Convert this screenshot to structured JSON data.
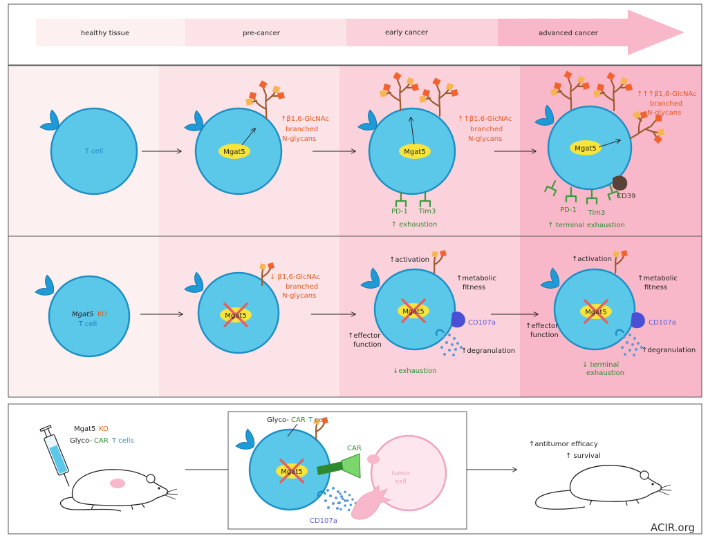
{
  "stages": [
    "healthy tissue",
    "pre-cancer",
    "early cancer",
    "advanced cancer"
  ],
  "colors": {
    "cell_fill": "#5bc8ea",
    "cell_stroke": "#1e8fc4",
    "mgat5_fill": "#f8e43a",
    "glycan_orange": "#f2622e",
    "glycan_peach": "#f7b452",
    "stem_brown": "#9c5a30",
    "receptor_green": "#3c9a3e",
    "cd39_brown": "#5a4236",
    "cd107a_blue": "#4a4fd6",
    "dot_blue": "#5a9ad8",
    "cross_red": "#e4605a",
    "text_orange": "#e45a24",
    "text_green": "#2f8a2f",
    "text_blue": "#3a8fd0",
    "text_purple": "#5a5fd6",
    "tumor_pink": "#f7b8cc"
  },
  "row1": {
    "cell_label": "T cell",
    "enzyme": "Mgat5",
    "glycan_up1": "↑β1,6-GlcNAc",
    "glycan_up2": "↑↑β1,6-GlcNAc",
    "glycan_up3": "↑↑↑β1,6-GlcNAc",
    "glycan_line2": "branched",
    "glycan_line3": "N-glycans",
    "pd1": "PD-1",
    "tim3": "Tim3",
    "cd39": "CD39",
    "exhaustion": "↑ exhaustion",
    "terminal_exhaustion": "↑ terminal exhaustion"
  },
  "row2": {
    "ko_name": "Mgat5",
    "ko_suffix": "KO",
    "ko_cell": "T cell",
    "enzyme": "Mgat5",
    "glycan_down": "↓ β1,6-GlcNAc",
    "glycan_line2": "branched",
    "glycan_line3": "N-glycans",
    "activation": "↑activation",
    "metabolic_line1": "↑metabolic",
    "metabolic_line2": "fitness",
    "effector_line1": "↑effector",
    "effector_line2": "function",
    "cd107a": "CD107a",
    "degranulation": "↑degranulation",
    "exhaustion_down": "↓exhaustion",
    "terminal_down_line1": "↓ terminal",
    "terminal_down_line2": "exhaustion"
  },
  "bottom": {
    "inj_line1_a": "Mgat5",
    "inj_line1_b": "KO",
    "inj_line2_a": "Glyco-",
    "inj_line2_b": "CAR",
    "inj_line2_c": "T cells",
    "gc_a": "Glyco-",
    "gc_b": "CAR",
    "gc_c": "T cell",
    "car": "CAR",
    "enzyme": "Mgat5",
    "tumor_line1": "tumor",
    "tumor_line2": "cell",
    "cd107a": "CD107a",
    "efficacy": "↑antitumor efficacy",
    "survival": "↑ survival",
    "site": "ACIR.org"
  }
}
